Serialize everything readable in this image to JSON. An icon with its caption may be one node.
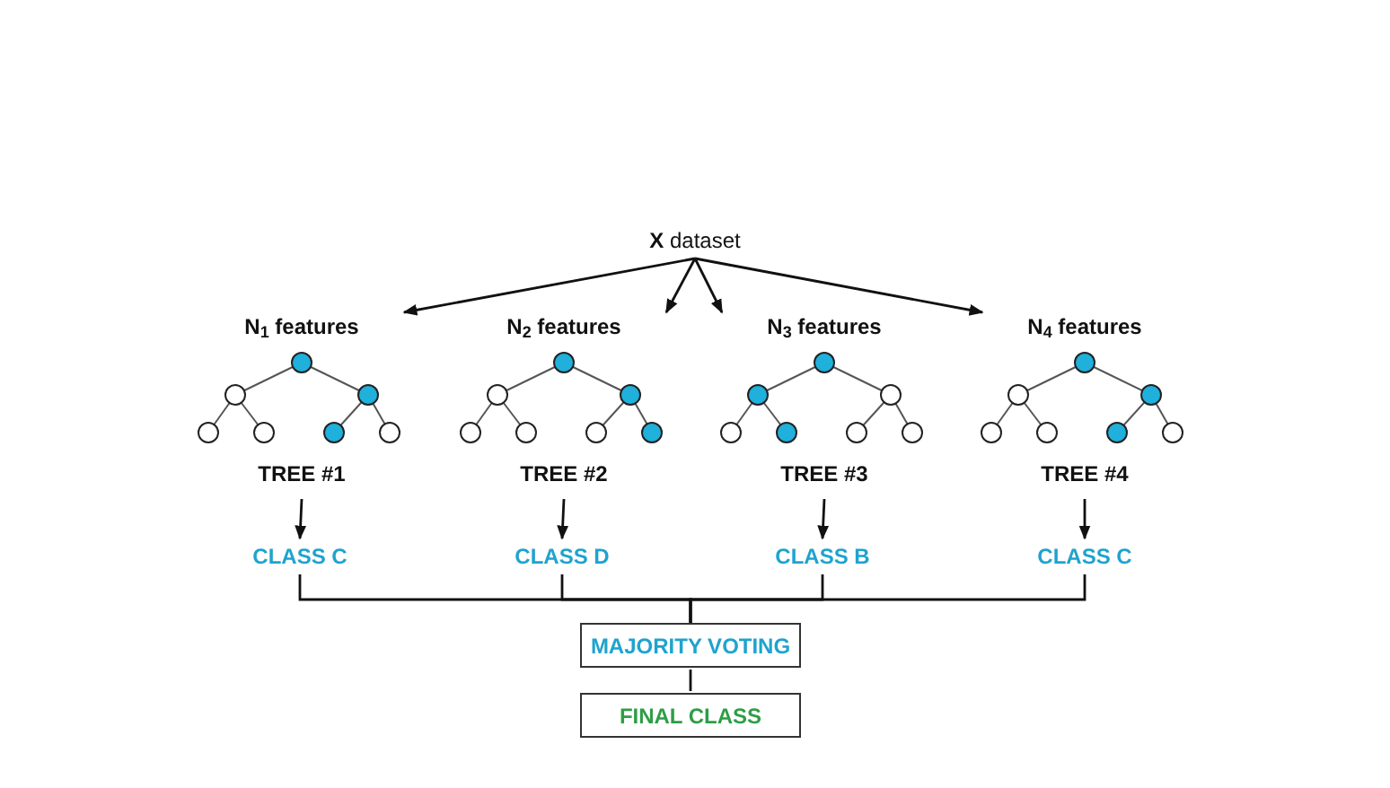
{
  "diagram": {
    "nodes": [
      {
        "text": [
          "**X** dataset"
        ]
      },
      {
        "text": [
          "N$_{1}$ features",
          "TREE #1"
        ]
      },
      {
        "text": [
          "N$_{2}$ features",
          "TREE #2"
        ]
      },
      {
        "text": [
          "N$_{3}$ features",
          "TREE #3"
        ]
      },
      {
        "text": [
          "N$_{4}$ features",
          "TREE #4"
        ]
      },
      {
        "text": [
          "CLASS C"
        ]
      },
      {
        "text": [
          "CLASS D"
        ]
      },
      {
        "text": [
          "CLASS B"
        ]
      },
      {
        "text": [
          "CLASS C"
        ]
      },
      {
        "text": [
          "MAJORITY VOTING"
        ]
      },
      {
        "text": [
          "FINAL CLASS"
        ]
      }
    ],
    "edges": [
      {
        "from": 0,
        "to": 1,
        "arrow": "to"
      },
      {
        "from": 0,
        "to": 2,
        "arrow": "to"
      },
      {
        "from": 0,
        "to": 3,
        "arrow": "to"
      },
      {
        "from": 0,
        "to": 4,
        "arrow": "to"
      },
      {
        "from": 1,
        "to": 5,
        "arrow": "to"
      },
      {
        "from": 2,
        "to": 6,
        "arrow": "to"
      },
      {
        "from": 3,
        "to": 7,
        "arrow": "to"
      },
      {
        "from": 4,
        "to": 8,
        "arrow": "to"
      },
      {
        "from": 5,
        "to": 9,
        "arrow": "none"
      },
      {
        "from": 6,
        "to": 9,
        "arrow": "none"
      },
      {
        "from": 7,
        "to": 9,
        "arrow": "none"
      },
      {
        "from": 8,
        "to": 9,
        "arrow": "none"
      },
      {
        "from": 9,
        "to": 10,
        "arrow": "none"
      }
    ]
  }
}
